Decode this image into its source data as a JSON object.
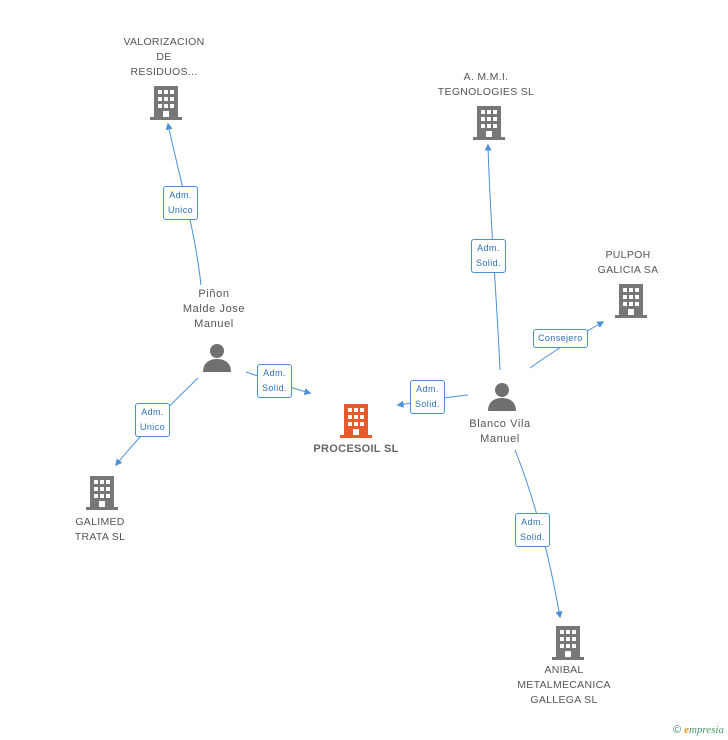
{
  "nodes": {
    "valorizacion": {
      "lines": [
        "VALORIZACION",
        "DE",
        "RESIDUOS..."
      ]
    },
    "ammi": {
      "lines": [
        "A. M.M.I.",
        "TEGNOLOGIES SL"
      ]
    },
    "pulpoh": {
      "lines": [
        "PULPOH",
        "GALICIA SA"
      ]
    },
    "procesoil": {
      "lines": [
        "PROCESOIL SL"
      ]
    },
    "galimed": {
      "lines": [
        "GALIMED",
        "TRATA SL"
      ]
    },
    "anibal": {
      "lines": [
        "ANIBAL",
        "METALMECANICA",
        "GALLEGA SL"
      ]
    },
    "pinon": {
      "lines": [
        "Piñon",
        "Malde Jose",
        "Manuel"
      ]
    },
    "blanco": {
      "lines": [
        "Blanco Vila",
        "Manuel"
      ]
    }
  },
  "edges": {
    "pinon_valorizacion": {
      "lines": [
        "Adm.",
        "Unico"
      ]
    },
    "pinon_procesoil": {
      "lines": [
        "Adm.",
        "Solid."
      ]
    },
    "pinon_galimed": {
      "lines": [
        "Adm.",
        "Unico"
      ]
    },
    "blanco_procesoil": {
      "lines": [
        "Adm.",
        "Solid."
      ]
    },
    "blanco_ammi": {
      "lines": [
        "Adm.",
        "Solid."
      ]
    },
    "blanco_pulpoh": {
      "lines": [
        "Consejero"
      ]
    },
    "blanco_anibal": {
      "lines": [
        "Adm.",
        "Solid."
      ]
    }
  },
  "colors": {
    "main_company": "#e8592c",
    "company": "#777777",
    "person": "#707070",
    "edge": "#4a8fd8"
  },
  "footer": {
    "copyright": "©",
    "brand_initial": "e",
    "brand_rest": "mpresia"
  }
}
